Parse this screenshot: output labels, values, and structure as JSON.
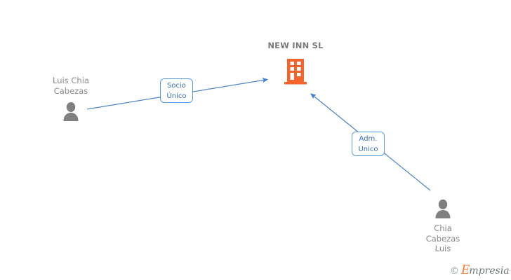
{
  "company": {
    "name": "NEW INN SL",
    "icon": "building-icon",
    "color": "#f4642e"
  },
  "persons": [
    {
      "id": "left",
      "name_lines": [
        "Luis Chia",
        "Cabezas"
      ],
      "icon": "person-avatar-icon",
      "color": "#808080"
    },
    {
      "id": "right",
      "name_lines": [
        "Chia",
        "Cabezas",
        "Luis"
      ],
      "icon": "person-avatar-icon",
      "color": "#808080"
    }
  ],
  "relations": [
    {
      "id": "socio",
      "line1": "Socio",
      "line2": "Único",
      "from": "left-person",
      "to": "company",
      "color": "#4a86c8"
    },
    {
      "id": "adm",
      "line1": "Adm.",
      "line2": "Unico",
      "from": "right-person",
      "to": "company",
      "color": "#4a86c8"
    }
  ],
  "watermark": {
    "copyright": "©",
    "brand_initial": "E",
    "brand_rest": "mpresia"
  }
}
